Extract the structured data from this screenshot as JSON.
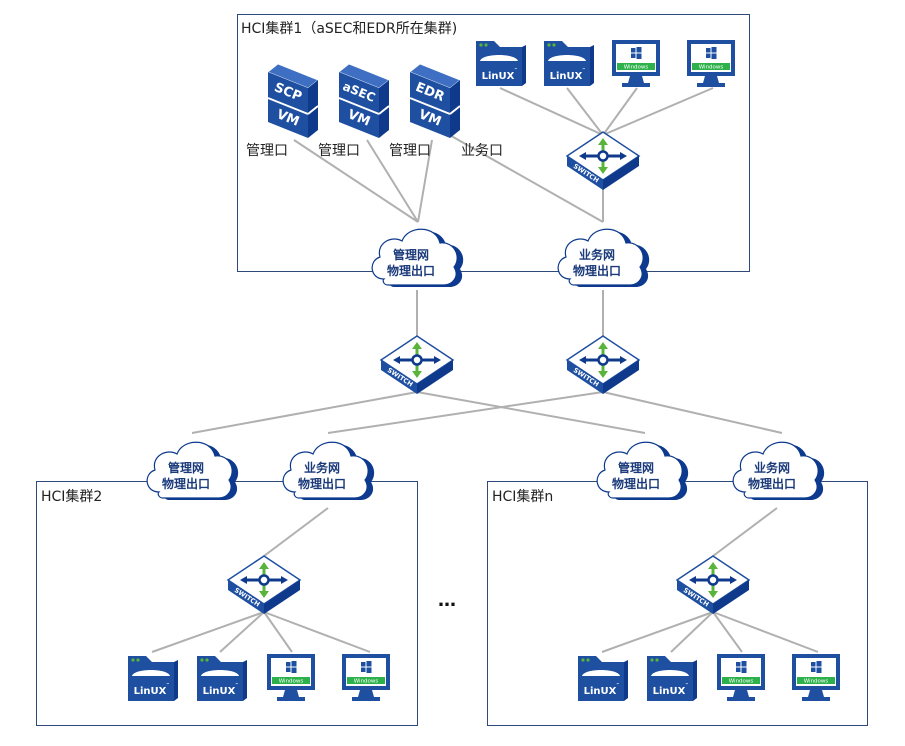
{
  "colors": {
    "device_blue": "#1e4fa0",
    "device_dark": "#0f3a8c",
    "cloud_dark": "#0d3a8e",
    "cloud_text": "#1a3a7a",
    "switch_arrow_green": "#5ab43c",
    "windows_green": "#2db14a",
    "line_gray": "#b0b0b0",
    "box_border": "#2e4a7a"
  },
  "clusters": [
    {
      "id": "cluster1",
      "label": "HCI集群1（aSEC和EDR所在集群)"
    },
    {
      "id": "cluster2",
      "label": "HCI集群2"
    },
    {
      "id": "clustern",
      "label": "HCI集群n"
    }
  ],
  "vms": [
    {
      "top": "SCP",
      "bottom": "VM",
      "port_label": "管理口"
    },
    {
      "top": "aSEC",
      "bottom": "VM",
      "port_label": "管理口"
    },
    {
      "top": "EDR",
      "bottom": "VM",
      "port_label": "管理口"
    }
  ],
  "business_port_label": "业务口",
  "clouds": {
    "mgmt": {
      "line1": "管理网",
      "line2": "物理出口"
    },
    "biz": {
      "line1": "业务网",
      "line2": "物理出口"
    }
  },
  "switch_label": "SWITCH",
  "linux_label": "LinUX",
  "linux_tm": "™",
  "windows_label": "Windows",
  "ellipsis": "…"
}
